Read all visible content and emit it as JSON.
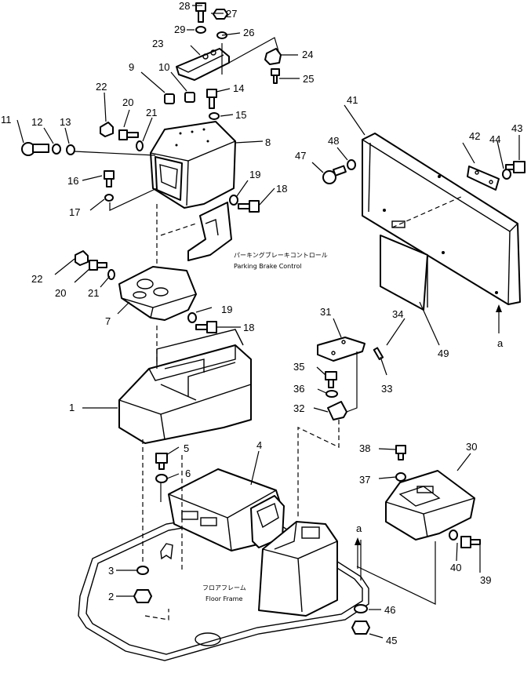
{
  "labels": {
    "p1": "1",
    "p2": "2",
    "p3": "3",
    "p4": "4",
    "p5": "5",
    "p6": "6",
    "p7": "7",
    "p8": "8",
    "p9": "9",
    "p10": "10",
    "p11": "11",
    "p12": "12",
    "p13": "13",
    "p14": "14",
    "p15": "15",
    "p16": "16",
    "p17": "17",
    "p18a": "18",
    "p18b": "18",
    "p19a": "19",
    "p19b": "19",
    "p20a": "20",
    "p20b": "20",
    "p21a": "21",
    "p21b": "21",
    "p22a": "22",
    "p22b": "22",
    "p23": "23",
    "p24": "24",
    "p25": "25",
    "p26": "26",
    "p27": "27",
    "p28": "28",
    "p29": "29",
    "p30": "30",
    "p31": "31",
    "p32": "32",
    "p33": "33",
    "p34": "34",
    "p35": "35",
    "p36": "36",
    "p37": "37",
    "p38": "38",
    "p39": "39",
    "p40": "40",
    "p41": "41",
    "p42": "42",
    "p43": "43",
    "p44": "44",
    "p45": "45",
    "p46": "46",
    "p47": "47",
    "p48": "48",
    "p49": "49",
    "refA1": "a",
    "refA2": "a"
  },
  "captions": {
    "parking_jp": "パーキングブレーキコントロール",
    "parking_en": "Parking Brake Control",
    "floor_jp": "フロアフレーム",
    "floor_en": "Floor Frame"
  }
}
